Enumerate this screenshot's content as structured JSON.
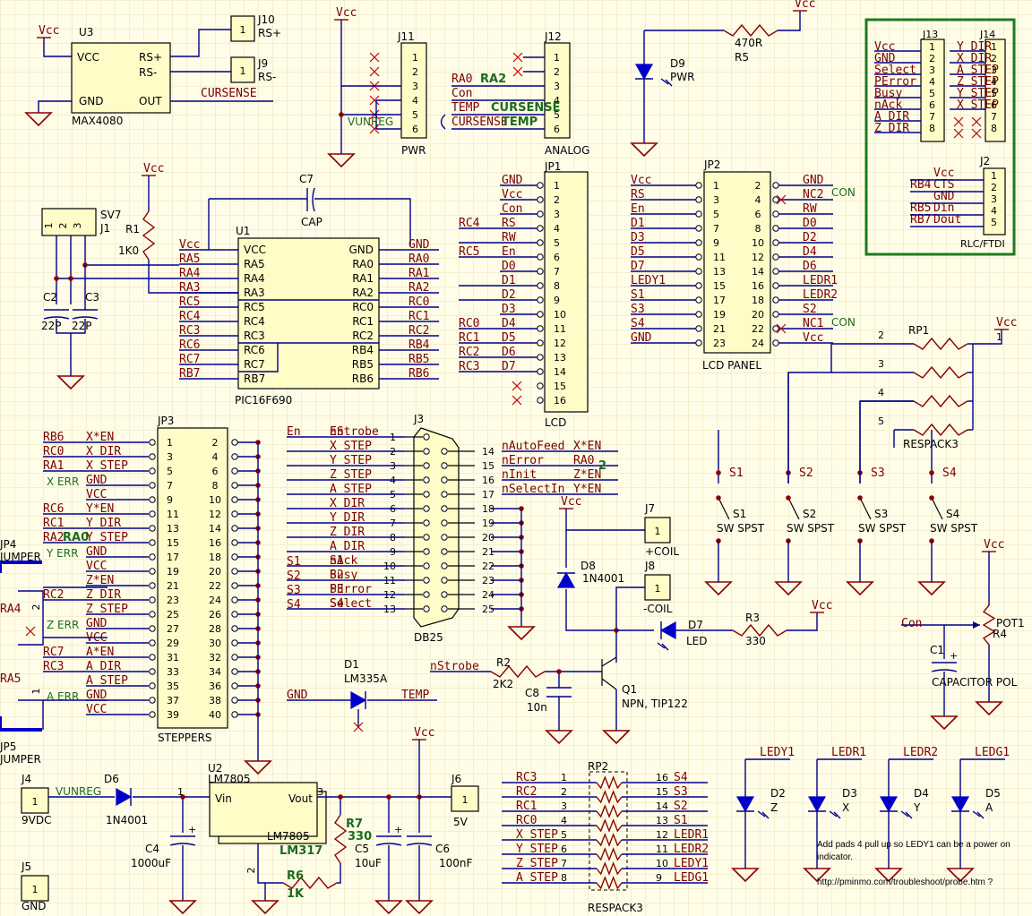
{
  "title": "Schematic",
  "power": {
    "vcc": "Vcc"
  },
  "u3": {
    "ref": "U3",
    "part": "MAX4080",
    "pins": [
      "VCC",
      "RS+",
      "RS-",
      "GND",
      "OUT"
    ],
    "net_out": "CURSENSE"
  },
  "j10": {
    "ref": "J10",
    "pin": "1",
    "label": "RS+"
  },
  "j9": {
    "ref": "J9",
    "pin": "1",
    "label": "RS-"
  },
  "j11": {
    "ref": "J11",
    "name": "PWR",
    "pins": [
      "1",
      "2",
      "3",
      "4",
      "5",
      "6"
    ],
    "net": "VUNREG"
  },
  "j12": {
    "ref": "J12",
    "name": "ANALOG",
    "pins": [
      "1",
      "2",
      "3",
      "4",
      "5",
      "6"
    ],
    "nets": [
      "RA0",
      "Con",
      "TEMP",
      "CURSENSE"
    ],
    "fix_labels": [
      "RA2",
      "CURSENSE",
      "TEMP"
    ]
  },
  "d9": {
    "ref": "D9",
    "label": "PWR"
  },
  "r5": {
    "ref": "R5",
    "value": "470R"
  },
  "j13": {
    "ref": "J13",
    "left": [
      "Vcc",
      "GND",
      "Select",
      "PError",
      "Busy",
      "nAck",
      "A DIR",
      "Z DIR"
    ],
    "pins": [
      "1",
      "2",
      "3",
      "4",
      "5",
      "6",
      "7",
      "8"
    ]
  },
  "j14": {
    "ref": "J14",
    "right": [
      "Y DIR",
      "X DIR",
      "A STEP",
      "Z STEP",
      "Y STEP",
      "X STEP"
    ],
    "pins": [
      "1",
      "2",
      "3",
      "4",
      "5",
      "6",
      "7",
      "8"
    ]
  },
  "j2": {
    "ref": "J2",
    "name": "RLC/FTDI",
    "nets": [
      "Vcc",
      "RB4",
      "CTS",
      "GND",
      "RB5",
      "Din",
      "RB7",
      "Dout"
    ],
    "pins": [
      "1",
      "2",
      "3",
      "4",
      "5"
    ]
  },
  "sv7": {
    "ref": "SV7",
    "j": "J1",
    "pins": [
      "1",
      "2",
      "3"
    ]
  },
  "r1": {
    "ref": "R1",
    "value": "1K0"
  },
  "c2": {
    "ref": "C2",
    "value": "22P"
  },
  "c3": {
    "ref": "C3",
    "value": "22P"
  },
  "c7": {
    "ref": "C7",
    "value": "CAP"
  },
  "u1": {
    "ref": "U1",
    "part": "PIC16F690",
    "left_pins": [
      "VCC",
      "RA5",
      "RA4",
      "RA3",
      "RC5",
      "RC4",
      "RC3",
      "RC6",
      "RC7",
      "RB7"
    ],
    "right_pins": [
      "GND",
      "RA0",
      "RA1",
      "RA2",
      "RC0",
      "RC1",
      "RC2",
      "RB4",
      "RB5",
      "RB6"
    ],
    "left_nets": [
      "Vcc",
      "RA5",
      "RA4",
      "RA3",
      "RC5",
      "RC4",
      "RC3",
      "RC6",
      "RC7",
      "RB7"
    ],
    "right_nets": [
      "GND",
      "RA0",
      "RA1",
      "RA2",
      "RC0",
      "RC1",
      "RC2",
      "RB4",
      "RB5",
      "RB6"
    ]
  },
  "jp1": {
    "ref": "JP1",
    "name": "LCD",
    "pins": [
      "1",
      "2",
      "3",
      "4",
      "5",
      "6",
      "7",
      "8",
      "9",
      "10",
      "11",
      "12",
      "13",
      "14",
      "15",
      "16"
    ],
    "nets": [
      "GND",
      "Vcc",
      "Con",
      "RS",
      "RW",
      "En",
      "D0",
      "D1",
      "D2",
      "D3",
      "D4",
      "D5",
      "D6",
      "D7",
      "",
      ""
    ],
    "mcu": [
      "",
      "",
      "",
      "RC4",
      "",
      "RC5",
      "",
      "",
      "",
      "",
      "RC0",
      "RC1",
      "RC2",
      "RC3",
      "",
      ""
    ]
  },
  "jp2": {
    "ref": "JP2",
    "name": "LCD PANEL",
    "left_pins": [
      "1",
      "3",
      "5",
      "7",
      "9",
      "11",
      "13",
      "15",
      "17",
      "19",
      "21",
      "23"
    ],
    "right_pins": [
      "2",
      "4",
      "6",
      "8",
      "10",
      "12",
      "14",
      "16",
      "18",
      "20",
      "22",
      "24"
    ],
    "left_nets": [
      "Vcc",
      "RS",
      "En",
      "D1",
      "D3",
      "D5",
      "D7",
      "LEDY1",
      "S1",
      "S3",
      "S4",
      "GND"
    ],
    "right_nets": [
      "GND",
      "NC2",
      "RW",
      "D0",
      "D2",
      "D4",
      "D6",
      "LEDR1",
      "LEDR2",
      "S2",
      "NC1",
      "Vcc"
    ],
    "con": "CON"
  },
  "rp1": {
    "ref": "RP1",
    "name": "RESPACK3",
    "pins": [
      "1",
      "2",
      "3",
      "4",
      "5"
    ]
  },
  "switches": [
    {
      "ref": "S1",
      "net": "S1",
      "type": "SW SPST"
    },
    {
      "ref": "S2",
      "net": "S2",
      "type": "SW SPST"
    },
    {
      "ref": "S3",
      "net": "S3",
      "type": "SW SPST"
    },
    {
      "ref": "S4",
      "net": "S4",
      "type": "SW SPST"
    }
  ],
  "jp3": {
    "ref": "JP3",
    "name": "STEPPERS",
    "left_pins": [
      "1",
      "3",
      "5",
      "7",
      "9",
      "11",
      "13",
      "15",
      "17",
      "19",
      "21",
      "23",
      "25",
      "27",
      "29",
      "31",
      "33",
      "35",
      "37",
      "39"
    ],
    "right_pins": [
      "2",
      "4",
      "6",
      "8",
      "10",
      "12",
      "14",
      "16",
      "18",
      "20",
      "22",
      "24",
      "26",
      "28",
      "30",
      "32",
      "34",
      "36",
      "38",
      "40"
    ],
    "mcu": [
      "RB6",
      "RC0",
      "RA1",
      "X ERR",
      "",
      "RC6",
      "RC1",
      "RA2",
      "Y ERR",
      "",
      "",
      "RC2",
      "",
      "Z ERR",
      "",
      "RC7",
      "RC3",
      "",
      "A ERR",
      ""
    ],
    "nets": [
      "X*EN",
      "X DIR",
      "X STEP",
      "GND",
      "VCC",
      "Y*EN",
      "Y DIR",
      "Y STEP",
      "GND",
      "VCC",
      "Z*EN",
      "Z DIR",
      "Z STEP",
      "GND",
      "VCC",
      "A*EN",
      "A DIR",
      "A STEP",
      "GND",
      "VCC"
    ],
    "fix": "RA0"
  },
  "jp4": {
    "ref": "JP4",
    "name": "JUMPER",
    "net": "RA4",
    "pins": [
      "1",
      "2"
    ]
  },
  "jp5": {
    "ref": "JP5",
    "name": "JUMPER",
    "net": "RA5",
    "pin": "1"
  },
  "j3": {
    "ref": "J3",
    "name": "DB25",
    "left_nets": [
      "En",
      "X STEP",
      "Y STEP",
      "Z STEP",
      "A STEP",
      "X DIR",
      "Y DIR",
      "Z DIR",
      "A DIR",
      "S1",
      "S2",
      "S3",
      "S4"
    ],
    "left_names": [
      "nStrobe",
      "",
      "",
      "",
      "",
      "",
      "",
      "",
      "",
      "nAck",
      "Busy",
      "PError",
      "Select"
    ],
    "left_pins": [
      "1",
      "2",
      "3",
      "4",
      "5",
      "6",
      "7",
      "8",
      "9",
      "10",
      "11",
      "12",
      "13"
    ],
    "right_pins": [
      "14",
      "15",
      "16",
      "17",
      "18",
      "19",
      "20",
      "21",
      "22",
      "23",
      "24",
      "25"
    ],
    "right_names": [
      "nAutoFeed",
      "nError",
      "nInit",
      "nSelectIn"
    ],
    "right_nets": [
      "X*EN",
      "RA0",
      "Z*EN",
      "Y*EN"
    ],
    "fix": "2"
  },
  "j7": {
    "ref": "J7",
    "pin": "1",
    "label": "+COIL"
  },
  "j8": {
    "ref": "J8",
    "pin": "1",
    "label": "-COIL"
  },
  "d8": {
    "ref": "D8",
    "part": "1N4001"
  },
  "d7": {
    "ref": "D7",
    "label": "LED"
  },
  "r3": {
    "ref": "R3",
    "value": "330"
  },
  "d1": {
    "ref": "D1",
    "part": "LM335A",
    "nets": [
      "GND",
      "TEMP"
    ]
  },
  "r2": {
    "ref": "R2",
    "value": "2K2",
    "net": "nStrobe"
  },
  "c8": {
    "ref": "C8",
    "value": "10n"
  },
  "q1": {
    "ref": "Q1",
    "part": "NPN, TIP122"
  },
  "r4": {
    "ref": "R4",
    "part": "POT1",
    "net": "Con"
  },
  "c1": {
    "ref": "C1",
    "part": "CAPACITOR POL"
  },
  "j4": {
    "ref": "J4",
    "pin": "1",
    "label": "9VDC",
    "net": "VUNREG"
  },
  "d6": {
    "ref": "D6",
    "part": "1N4001"
  },
  "c4": {
    "ref": "C4",
    "value": "1000uF"
  },
  "u2": {
    "ref": "U2",
    "part": "LM7805",
    "pins": [
      "Vin",
      "Vout"
    ],
    "pin_nums": [
      "1",
      "2",
      "3"
    ],
    "sub": "LM7805",
    "alt": "LM317"
  },
  "r7": {
    "ref": "R7",
    "value": "330"
  },
  "r6": {
    "ref": "R6",
    "value": "1K"
  },
  "c5": {
    "ref": "C5",
    "value": "10uF"
  },
  "c6": {
    "ref": "C6",
    "value": "100nF"
  },
  "j6": {
    "ref": "J6",
    "pin": "1",
    "label": "5V"
  },
  "j5": {
    "ref": "J5",
    "pin": "1",
    "label": "GND"
  },
  "rp2": {
    "ref": "RP2",
    "name": "RESPACK3",
    "left_nets": [
      "RC3",
      "RC2",
      "RC1",
      "RC0",
      "X STEP",
      "Y STEP",
      "Z STEP",
      "A STEP"
    ],
    "left_pins": [
      "1",
      "2",
      "3",
      "4",
      "5",
      "6",
      "7",
      "8"
    ],
    "right_pins": [
      "16",
      "15",
      "14",
      "13",
      "12",
      "11",
      "10",
      "9"
    ],
    "right_nets": [
      "S4",
      "S3",
      "S2",
      "S1",
      "LEDR1",
      "LEDR2",
      "LEDY1",
      "LEDG1"
    ]
  },
  "leds": [
    {
      "ref": "D2",
      "net": "LEDY1",
      "axis": "Z"
    },
    {
      "ref": "D3",
      "net": "LEDR1",
      "axis": "X"
    },
    {
      "ref": "D4",
      "net": "LEDR2",
      "axis": "Y"
    },
    {
      "ref": "D5",
      "net": "LEDG1",
      "axis": "A"
    }
  ],
  "notes": [
    "Add pads 4 pull up so LEDY1 can be a power on indicator.",
    "http://pminmo.com/troubleshoot/probe.htm ?"
  ],
  "colors": {
    "wire": "#00008c",
    "net": "#7a0000",
    "fix": "#1d6b1d",
    "paper": "#fffde8"
  }
}
